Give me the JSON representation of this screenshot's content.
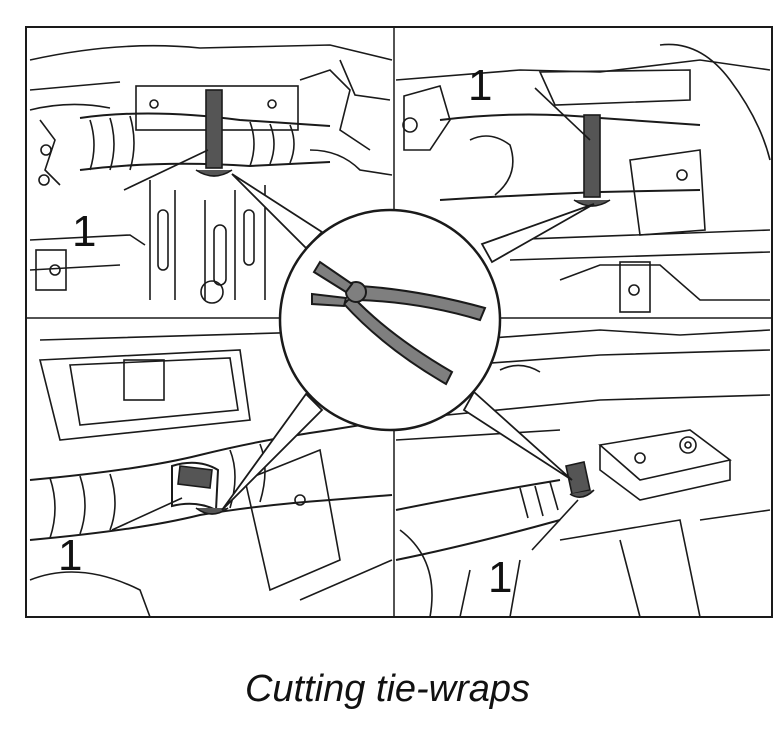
{
  "figure": {
    "caption": "Cutting tie-wraps",
    "callouts": [
      "1",
      "1",
      "1",
      "1"
    ]
  },
  "colors": {
    "line": "#1a1a1a",
    "tool_fill": "#7f7f7f",
    "tie_wrap": "#555555",
    "background": "#ffffff"
  },
  "icons": [
    "side-cutter-pliers-icon"
  ]
}
